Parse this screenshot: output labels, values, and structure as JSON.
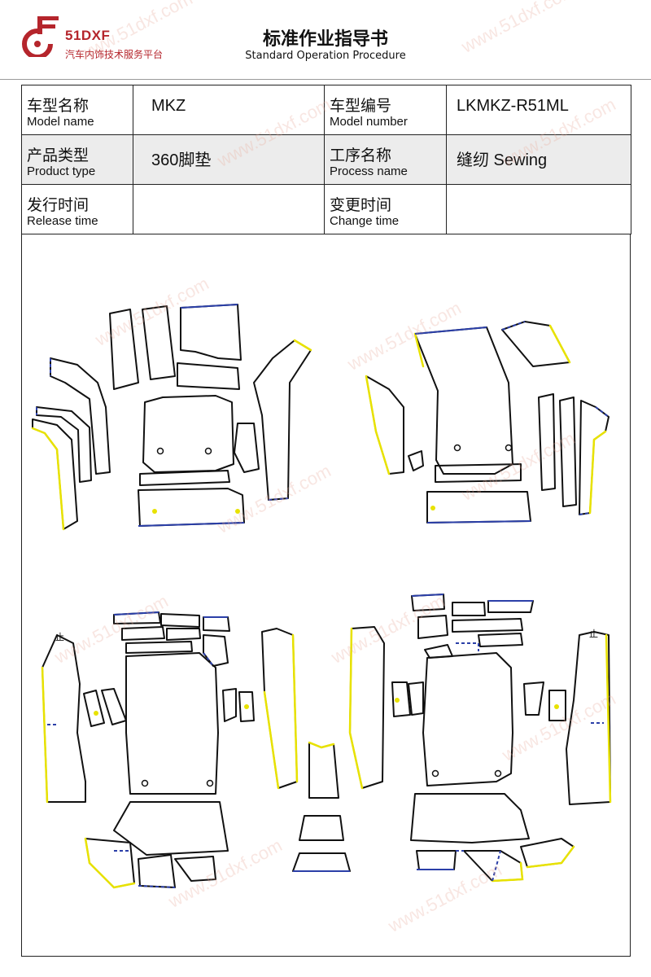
{
  "header": {
    "brand_name": "51DXF",
    "brand_slogan": "汽车内饰技术服务平台",
    "title": "标准作业指导书",
    "subtitle": "Standard Operation Procedure",
    "logo_color": "#b5252c"
  },
  "info": {
    "model_name_cn": "车型名称",
    "model_name_en": "Model name",
    "model_name_value": "MKZ",
    "model_number_cn": "车型编号",
    "model_number_en": "Model number",
    "model_number_value": "LKMKZ-R51ML",
    "product_type_cn": "产品类型",
    "product_type_en": "Product type",
    "product_type_value": "360脚垫",
    "process_name_cn": "工序名称",
    "process_name_en": "Process name",
    "process_name_value": "缝纫 Sewing",
    "release_time_cn": "发行时间",
    "release_time_en": "Release time",
    "release_time_value": "",
    "change_time_cn": "变更时间",
    "change_time_en": "Change time",
    "change_time_value": ""
  },
  "drawing": {
    "outline_color": "#111111",
    "edge_color_yellow": "#e8e200",
    "edge_color_blue": "#2b3fa8",
    "watermark_text": "www.51dxf.com",
    "stamp_label": "止"
  }
}
